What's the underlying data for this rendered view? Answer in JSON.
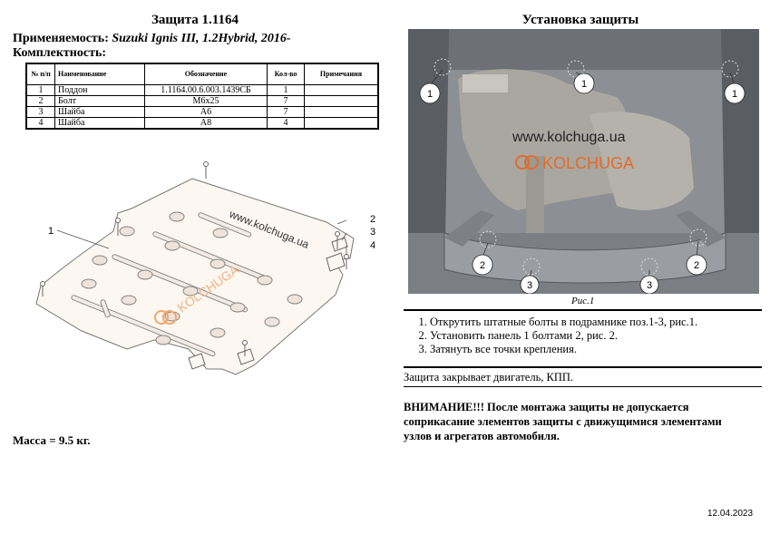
{
  "header": {
    "title": "Защита 1.1164",
    "applicability_label": "Применяемость:",
    "applicability_value": "Suzuki Ignis III, 1.2Hybrid, 2016-",
    "kit_label": "Комплектность:"
  },
  "parts_table": {
    "headers": [
      "№ п/п",
      "Наименование",
      "Обозначение",
      "Кол-во",
      "Примечания"
    ],
    "rows": [
      {
        "num": "1",
        "name": "Поддон",
        "designation": "1.1164.00.6.003.1439СБ",
        "qty": "1",
        "note": ""
      },
      {
        "num": "2",
        "name": "Болт",
        "designation": "М6х25",
        "qty": "7",
        "note": ""
      },
      {
        "num": "3",
        "name": "Шайба",
        "designation": "А6",
        "qty": "7",
        "note": ""
      },
      {
        "num": "4",
        "name": "Шайба",
        "designation": "А8",
        "qty": "4",
        "note": ""
      }
    ]
  },
  "drawing": {
    "watermark_url": "www.kolchuga.ua",
    "watermark_brand": "KOLCHUGA",
    "callouts": [
      "1",
      "2",
      "3",
      "4"
    ]
  },
  "mass": "Масса = 9.5 кг.",
  "install": {
    "title": "Установка защиты",
    "photo_watermark_url": "www.kolchuga.ua",
    "photo_watermark_brand": "KOLCHUGA",
    "photo_callouts": [
      "1",
      "1",
      "1",
      "2",
      "2",
      "3",
      "3"
    ],
    "caption": "Рис.1",
    "steps": [
      "Открутить штатные болты в подрамнике поз.1-3, рис.1.",
      "Установить панель 1 болтами 2, рис. 2.",
      "Затянуть все точки крепления."
    ],
    "protects": "Защита закрывает двигатель, КПП.",
    "warning": "ВНИМАНИЕ!!! После монтажа защиты не допускается соприкасание элементов защиты с движущимися элементами узлов и агрегатов автомобиля."
  },
  "date": "12.04.2023"
}
